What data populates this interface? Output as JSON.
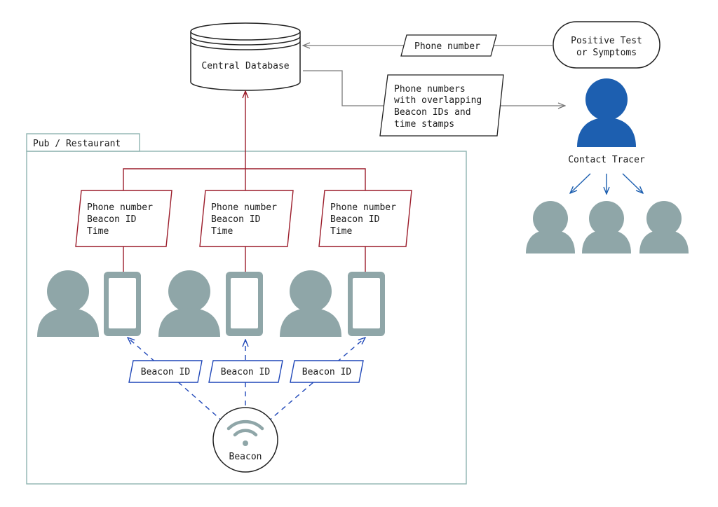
{
  "diagram": {
    "database_label": "Central Database",
    "positive_test": [
      "Positive Test",
      "or Symptoms"
    ],
    "phone_number_label": "Phone number",
    "overlap_lines": [
      "Phone numbers",
      "with overlapping",
      "Beacon IDs and",
      "time stamps"
    ],
    "contact_tracer_label": "Contact Tracer",
    "venue_label": "Pub / Restaurant",
    "record_lines": [
      "Phone number",
      "Beacon ID",
      "Time"
    ],
    "beacon_id_label": "Beacon ID",
    "beacon_label": "Beacon"
  },
  "colors": {
    "red": "#9b1c2a",
    "blue": "#1f47b8",
    "tracer_blue": "#1d5fb0",
    "person_gray": "#8fa6a8",
    "venue_border": "#8fb3b0",
    "gray_line": "#7a7a7a"
  },
  "icons": [
    "person-icon",
    "phone-icon",
    "wifi-icon",
    "database-icon",
    "arrow-icon"
  ]
}
